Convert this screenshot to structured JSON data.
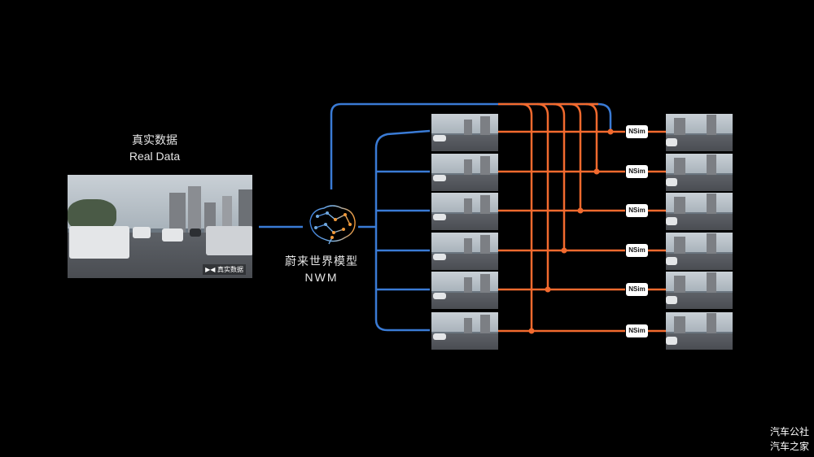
{
  "real_data": {
    "title_cn": "真实数据",
    "title_en": "Real Data",
    "badge": "▶◀ 真实数据"
  },
  "model": {
    "name_cn": "蔚来世界模型",
    "name_en": "NWM",
    "icon": "brain-network-icon"
  },
  "nsim_labels": [
    "NSim",
    "NSim",
    "NSim",
    "NSim",
    "NSim",
    "NSim"
  ],
  "watermark": {
    "line1": "汽车公社",
    "line2": "汽车之家"
  },
  "colors": {
    "blue": "#3a7bd5",
    "orange": "#f26a2e",
    "background": "#000000"
  }
}
